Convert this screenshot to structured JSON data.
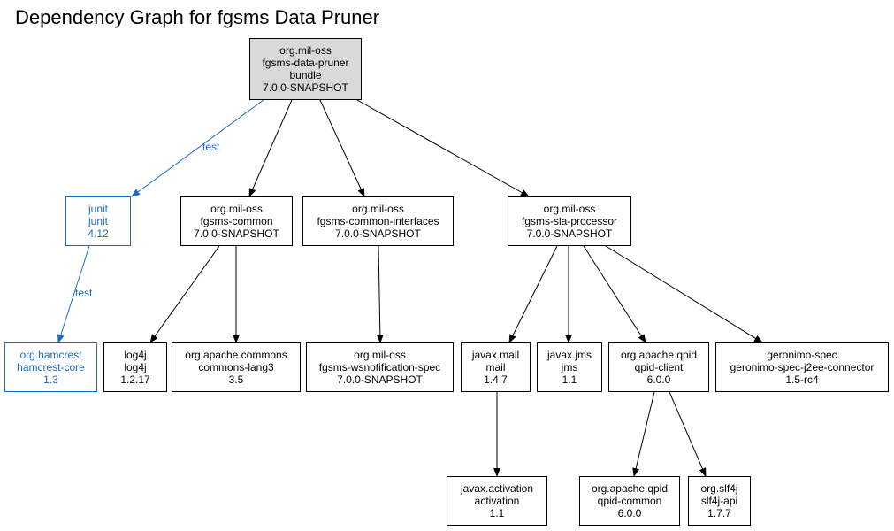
{
  "title": "Dependency Graph for fgsms Data Pruner",
  "colors": {
    "compile_edge": "#000000",
    "test_edge": "#1a68c7",
    "root_fill": "#d9d9d9"
  },
  "nodes": {
    "root": {
      "group": "org.mil-oss",
      "artifact": "fgsms-data-pruner",
      "type": "bundle",
      "version": "7.0.0-SNAPSHOT"
    },
    "junit": {
      "group": "junit",
      "artifact": "junit",
      "version": "4.12"
    },
    "common": {
      "group": "org.mil-oss",
      "artifact": "fgsms-common",
      "version": "7.0.0-SNAPSHOT"
    },
    "common_interfaces": {
      "group": "org.mil-oss",
      "artifact": "fgsms-common-interfaces",
      "version": "7.0.0-SNAPSHOT"
    },
    "sla_processor": {
      "group": "org.mil-oss",
      "artifact": "fgsms-sla-processor",
      "version": "7.0.0-SNAPSHOT"
    },
    "hamcrest": {
      "group": "org.hamcrest",
      "artifact": "hamcrest-core",
      "version": "1.3"
    },
    "log4j": {
      "group": "log4j",
      "artifact": "log4j",
      "version": "1.2.17"
    },
    "commons_lang3": {
      "group": "org.apache.commons",
      "artifact": "commons-lang3",
      "version": "3.5"
    },
    "wsnotification": {
      "group": "org.mil-oss",
      "artifact": "fgsms-wsnotification-spec",
      "version": "7.0.0-SNAPSHOT"
    },
    "javax_mail": {
      "group": "javax.mail",
      "artifact": "mail",
      "version": "1.4.7"
    },
    "javax_jms": {
      "group": "javax.jms",
      "artifact": "jms",
      "version": "1.1"
    },
    "qpid_client": {
      "group": "org.apache.qpid",
      "artifact": "qpid-client",
      "version": "6.0.0"
    },
    "geronimo": {
      "group": "geronimo-spec",
      "artifact": "geronimo-spec-j2ee-connector",
      "version": "1.5-rc4"
    },
    "activation": {
      "group": "javax.activation",
      "artifact": "activation",
      "version": "1.1"
    },
    "qpid_common": {
      "group": "org.apache.qpid",
      "artifact": "qpid-common",
      "version": "6.0.0"
    },
    "slf4j": {
      "group": "org.slf4j",
      "artifact": "slf4j-api",
      "version": "1.7.7"
    }
  },
  "edges": [
    {
      "from": "root",
      "to": "junit",
      "scope": "test",
      "label": "test"
    },
    {
      "from": "root",
      "to": "common",
      "scope": "compile"
    },
    {
      "from": "root",
      "to": "common_interfaces",
      "scope": "compile"
    },
    {
      "from": "root",
      "to": "sla_processor",
      "scope": "compile"
    },
    {
      "from": "junit",
      "to": "hamcrest",
      "scope": "test",
      "label": "test"
    },
    {
      "from": "common",
      "to": "log4j",
      "scope": "compile"
    },
    {
      "from": "common",
      "to": "commons_lang3",
      "scope": "compile"
    },
    {
      "from": "common_interfaces",
      "to": "wsnotification",
      "scope": "compile"
    },
    {
      "from": "sla_processor",
      "to": "javax_mail",
      "scope": "compile"
    },
    {
      "from": "sla_processor",
      "to": "javax_jms",
      "scope": "compile"
    },
    {
      "from": "sla_processor",
      "to": "qpid_client",
      "scope": "compile"
    },
    {
      "from": "sla_processor",
      "to": "geronimo",
      "scope": "compile"
    },
    {
      "from": "javax_mail",
      "to": "activation",
      "scope": "compile"
    },
    {
      "from": "qpid_client",
      "to": "qpid_common",
      "scope": "compile"
    },
    {
      "from": "qpid_client",
      "to": "slf4j",
      "scope": "compile"
    }
  ]
}
